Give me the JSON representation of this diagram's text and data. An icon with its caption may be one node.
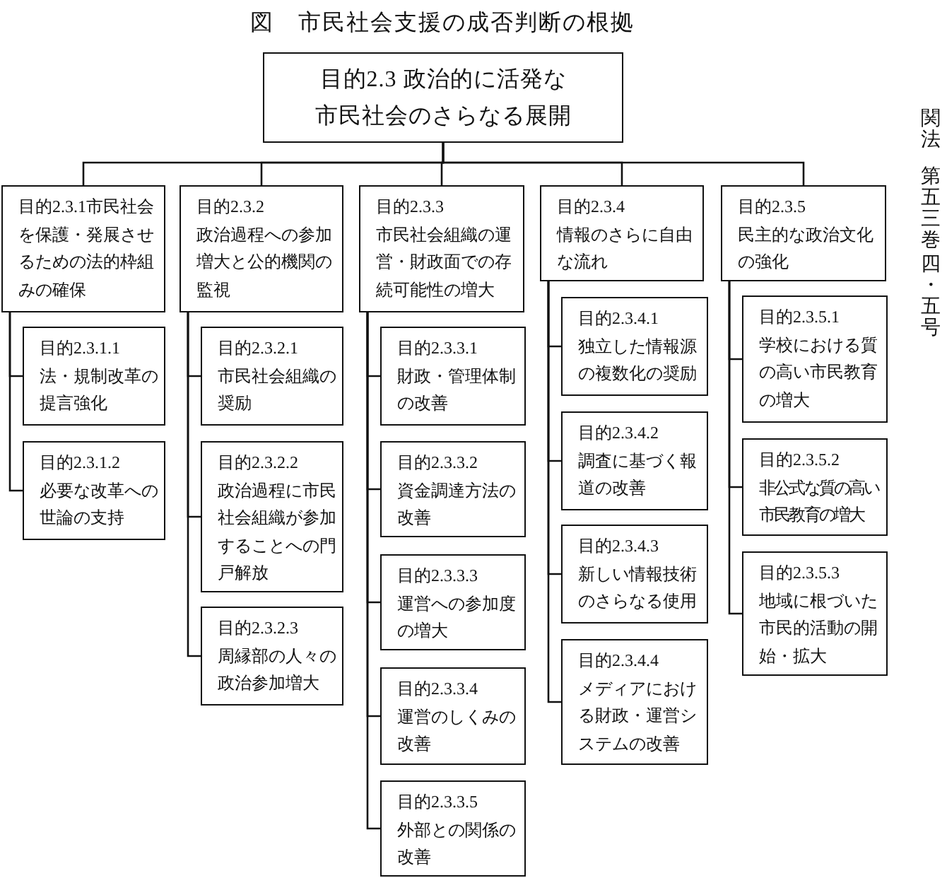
{
  "diagram": {
    "title": "図　市民社会支援の成否判断の根拠",
    "nodes": [
      {
        "text": [
          "目的2.3 政治的に活発な市民社会のさらなる展開"
        ]
      },
      {
        "text": [
          "目的2.3.1市民社会を保護・発展させるための法的枠組みの確保"
        ]
      },
      {
        "text": [
          "目的2.3.1.1",
          "法・規制改革の提言強化"
        ]
      },
      {
        "text": [
          "目的2.3.1.2",
          "必要な改革への世論の支持"
        ]
      },
      {
        "text": [
          "目的2.3.2",
          "政治過程への参加増大と公的機関の監視"
        ]
      },
      {
        "text": [
          "目的2.3.2.1",
          "市民社会組織の奨励"
        ]
      },
      {
        "text": [
          "目的2.3.2.2",
          "政治過程に市民社会組織が参加することへの門戸解放"
        ]
      },
      {
        "text": [
          "目的2.3.2.3",
          "周縁部の人々の政治参加増大"
        ]
      },
      {
        "text": [
          "目的2.3.3",
          "市民社会組織の運営・財政面での存続可能性の増大"
        ]
      },
      {
        "text": [
          "目的2.3.3.1",
          "財政・管理体制の改善"
        ]
      },
      {
        "text": [
          "目的2.3.3.2",
          "資金調達方法の改善"
        ]
      },
      {
        "text": [
          "目的2.3.3.3",
          "運営への参加度の増大"
        ]
      },
      {
        "text": [
          "目的2.3.3.4",
          "運営のしくみの改善"
        ]
      },
      {
        "text": [
          "目的2.3.3.5",
          "外部との関係の改善"
        ]
      },
      {
        "text": [
          "目的2.3.4",
          "情報のさらに自由な流れ"
        ]
      },
      {
        "text": [
          "目的2.3.4.1",
          "独立した情報源の複数化の奨励"
        ]
      },
      {
        "text": [
          "目的2.3.4.2",
          "調査に基づく報道の改善"
        ]
      },
      {
        "text": [
          "目的2.3.4.3",
          "新しい情報技術のさらなる使用"
        ]
      },
      {
        "text": [
          "目的2.3.4.4",
          "メディアにおける財政・運営システムの改善"
        ]
      },
      {
        "text": [
          "目的2.3.5",
          "民主的な政治文化の強化"
        ]
      },
      {
        "text": [
          "目的2.3.5.1",
          "学校における質の高い市民教育の増大"
        ]
      },
      {
        "text": [
          "目的2.3.5.2",
          "非公式な質の高い市民教育の増大"
        ]
      },
      {
        "text": [
          "目的2.3.5.3",
          "地域に根づいた市民的活動の開始・拡大"
        ]
      }
    ],
    "edges": [
      {
        "from": 0,
        "to": 1,
        "arrow": "none"
      },
      {
        "from": 0,
        "to": 4,
        "arrow": "none"
      },
      {
        "from": 0,
        "to": 8,
        "arrow": "none"
      },
      {
        "from": 0,
        "to": 14,
        "arrow": "none"
      },
      {
        "from": 0,
        "to": 19,
        "arrow": "none"
      },
      {
        "from": 1,
        "to": 2,
        "arrow": "none"
      },
      {
        "from": 1,
        "to": 3,
        "arrow": "none"
      },
      {
        "from": 4,
        "to": 5,
        "arrow": "none"
      },
      {
        "from": 4,
        "to": 6,
        "arrow": "none"
      },
      {
        "from": 4,
        "to": 7,
        "arrow": "none"
      },
      {
        "from": 8,
        "to": 9,
        "arrow": "none"
      },
      {
        "from": 8,
        "to": 10,
        "arrow": "none"
      },
      {
        "from": 8,
        "to": 11,
        "arrow": "none"
      },
      {
        "from": 8,
        "to": 12,
        "arrow": "none"
      },
      {
        "from": 8,
        "to": 13,
        "arrow": "none"
      },
      {
        "from": 14,
        "to": 15,
        "arrow": "none"
      },
      {
        "from": 14,
        "to": 16,
        "arrow": "none"
      },
      {
        "from": 14,
        "to": 17,
        "arrow": "none"
      },
      {
        "from": 14,
        "to": 18,
        "arrow": "none"
      },
      {
        "from": 19,
        "to": 20,
        "arrow": "none"
      },
      {
        "from": 19,
        "to": 21,
        "arrow": "none"
      },
      {
        "from": 19,
        "to": 22,
        "arrow": "none"
      }
    ],
    "labels": [
      "関法",
      "第五三巻",
      "四・五号"
    ]
  }
}
